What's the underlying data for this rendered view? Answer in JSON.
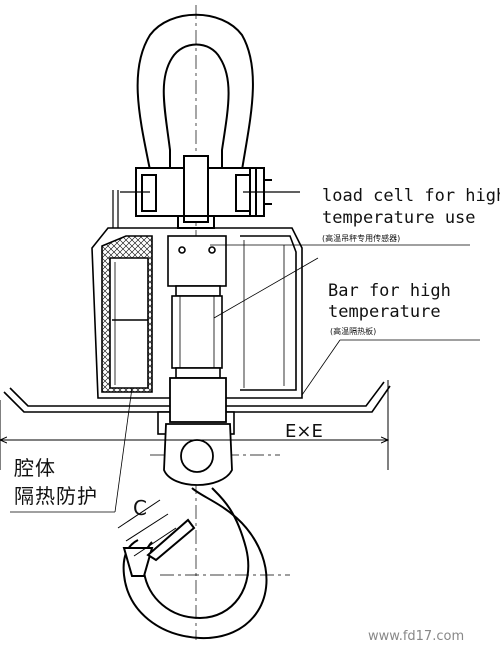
{
  "labels": {
    "load_cell_line1": "load cell for high",
    "load_cell_line2": "temperature use",
    "load_cell_cn": "(高温吊秤专用传感器)",
    "bar_line1": "Bar for high",
    "bar_line2": "temperature",
    "bar_cn": "(高温隔热板)",
    "dimension": "E×E",
    "cavity_line1": "腔体",
    "cavity_line2": "隔热防护",
    "hook_clearance": "C",
    "watermark": "www.fd17.com"
  }
}
